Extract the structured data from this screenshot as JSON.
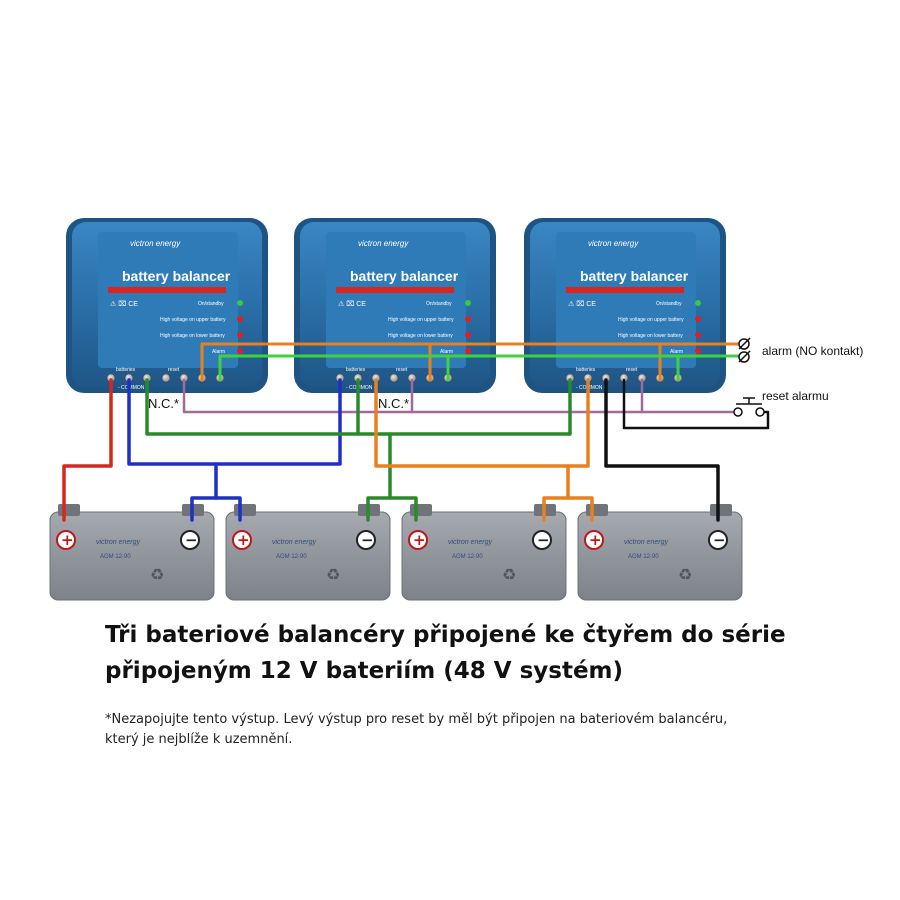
{
  "diagram": {
    "balancers": [
      {
        "id": "balancer-1",
        "brand": "victron energy",
        "title": "battery balancer",
        "indicators": [
          "On/standby",
          "High voltage on upper battery",
          "High voltage on lower battery",
          "Alarm"
        ],
        "terminals": {
          "batteries": "batteries",
          "reset": "reset",
          "common": "- COMMON +"
        }
      },
      {
        "id": "balancer-2",
        "brand": "victron energy",
        "title": "battery balancer",
        "indicators": [
          "On/standby",
          "High voltage on upper battery",
          "High voltage on lower battery",
          "Alarm"
        ],
        "terminals": {
          "batteries": "batteries",
          "reset": "reset",
          "common": "- COMMON +"
        }
      },
      {
        "id": "balancer-3",
        "brand": "victron energy",
        "title": "battery balancer",
        "indicators": [
          "On/standby",
          "High voltage on upper battery",
          "High voltage on lower battery",
          "Alarm"
        ],
        "terminals": {
          "batteries": "batteries",
          "reset": "reset",
          "common": "- COMMON +"
        }
      }
    ],
    "batteries": [
      {
        "id": "battery-1",
        "brand": "victron energy",
        "model": "AGM 12-90",
        "plus": "+",
        "minus": "−"
      },
      {
        "id": "battery-2",
        "brand": "victron energy",
        "model": "AGM 12-90",
        "plus": "+",
        "minus": "−"
      },
      {
        "id": "battery-3",
        "brand": "victron energy",
        "model": "AGM 12-90",
        "plus": "+",
        "minus": "−"
      },
      {
        "id": "battery-4",
        "brand": "victron energy",
        "model": "AGM 12-90",
        "plus": "+",
        "minus": "−"
      }
    ],
    "labels": {
      "nc_1": "N.C.*",
      "nc_2": "N.C.*",
      "alarm": "alarm (NO kontakt)",
      "reset": "reset alarmu"
    },
    "colors": {
      "red": "#d6261f",
      "blue": "#1f2fc8",
      "green": "#2a8a2a",
      "orange": "#e8801f",
      "black": "#111111",
      "purple": "#a06a9a",
      "bright_green": "#3fd23f",
      "balancer_body": "#2a6fa8",
      "battery_body": "#8e9399"
    }
  },
  "caption": {
    "title": "Tři bateriové balancéry připojené ke čtyřem do série připojeným 12 V bateriím (48 V systém)",
    "note": "*Nezapojujte tento výstup. Levý výstup pro reset by měl být připojen na bateriovém balancéru, který je nejblíže k uzemnění."
  }
}
